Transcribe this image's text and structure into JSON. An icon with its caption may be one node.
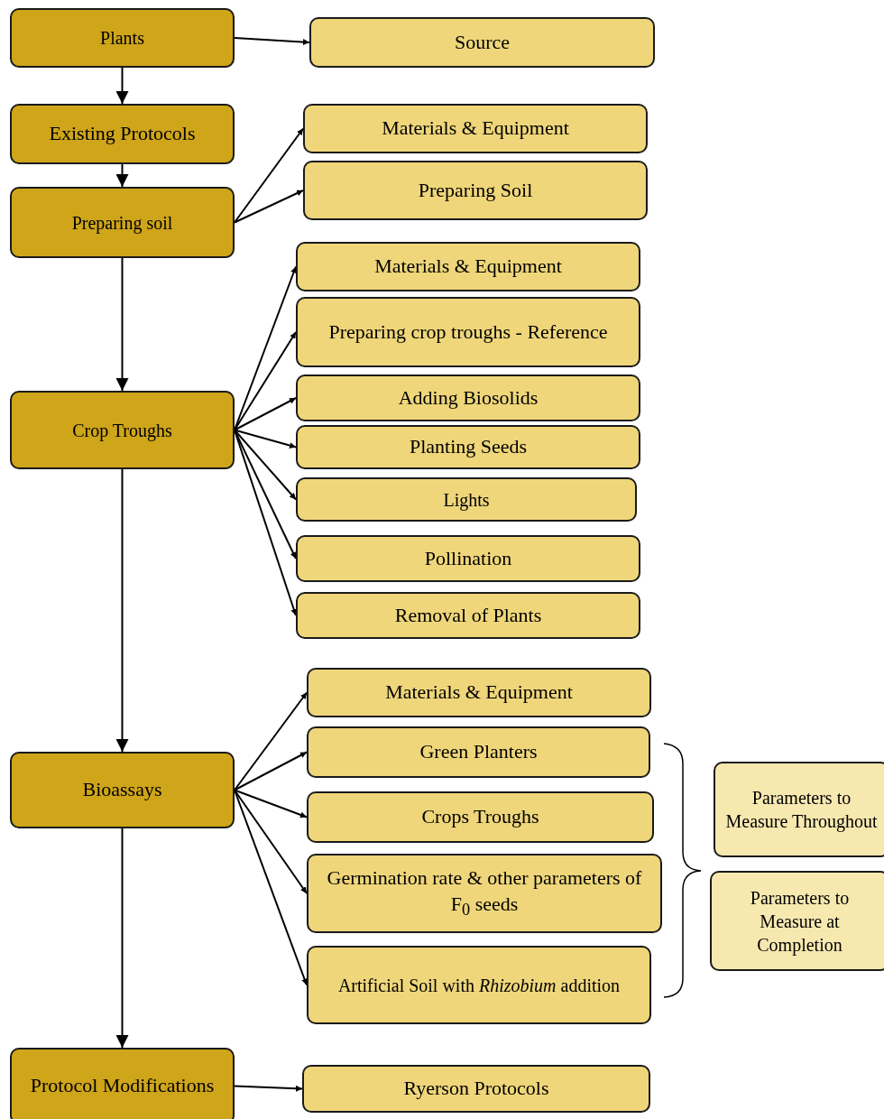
{
  "diagram": {
    "nodes": [
      {
        "text": [
          "Plants"
        ]
      },
      {
        "text": [
          "Source"
        ]
      },
      {
        "text": [
          "Existing Protocols"
        ]
      },
      {
        "text": [
          "Materials & Equipment"
        ]
      },
      {
        "text": [
          "Preparing soil"
        ]
      },
      {
        "text": [
          "Preparing Soil"
        ]
      },
      {
        "text": [
          "Crop Troughs"
        ]
      },
      {
        "text": [
          "Materials & Equipment"
        ]
      },
      {
        "text": [
          "Preparing crop troughs - Reference"
        ]
      },
      {
        "text": [
          "Adding Biosolids"
        ]
      },
      {
        "text": [
          "Planting Seeds"
        ]
      },
      {
        "text": [
          "Lights"
        ]
      },
      {
        "text": [
          "Pollination"
        ]
      },
      {
        "text": [
          "Removal of Plants"
        ]
      },
      {
        "text": [
          "Bioassays"
        ]
      },
      {
        "text": [
          "Materials & Equipment"
        ]
      },
      {
        "text": [
          "Green Planters"
        ]
      },
      {
        "text": [
          "Crops Troughs"
        ]
      },
      {
        "text": [
          "Germination rate & other parameters of F$_{0}$ seeds"
        ]
      },
      {
        "text": [
          "Artificial Soil with *Rhizobium* addition"
        ]
      },
      {
        "text": [
          "Parameters to Measure Throughout"
        ]
      },
      {
        "text": [
          "Parameters to Measure at Completion"
        ]
      },
      {
        "text": [
          "Protocol Modifications"
        ]
      },
      {
        "text": [
          "Ryerson Protocols"
        ]
      }
    ],
    "edges": [
      {
        "from": 0,
        "to": 1,
        "arrow": "to"
      },
      {
        "from": 0,
        "to": 2,
        "arrow": "to"
      },
      {
        "from": 2,
        "to": 4,
        "arrow": "to"
      },
      {
        "from": 4,
        "to": 3,
        "arrow": "to"
      },
      {
        "from": 4,
        "to": 5,
        "arrow": "to"
      },
      {
        "from": 4,
        "to": 6,
        "arrow": "to"
      },
      {
        "from": 6,
        "to": 7,
        "arrow": "to"
      },
      {
        "from": 6,
        "to": 8,
        "arrow": "to"
      },
      {
        "from": 6,
        "to": 9,
        "arrow": "to"
      },
      {
        "from": 6,
        "to": 10,
        "arrow": "to"
      },
      {
        "from": 6,
        "to": 11,
        "arrow": "to"
      },
      {
        "from": 6,
        "to": 12,
        "arrow": "to"
      },
      {
        "from": 6,
        "to": 13,
        "arrow": "to"
      },
      {
        "from": 6,
        "to": 14,
        "arrow": "to"
      },
      {
        "from": 14,
        "to": 15,
        "arrow": "to"
      },
      {
        "from": 14,
        "to": 16,
        "arrow": "to"
      },
      {
        "from": 14,
        "to": 17,
        "arrow": "to"
      },
      {
        "from": 14,
        "to": 18,
        "arrow": "to"
      },
      {
        "from": 14,
        "to": 19,
        "arrow": "to"
      },
      {
        "from": 14,
        "to": 22,
        "arrow": "to"
      },
      {
        "from": 22,
        "to": 23,
        "arrow": "to"
      }
    ]
  }
}
